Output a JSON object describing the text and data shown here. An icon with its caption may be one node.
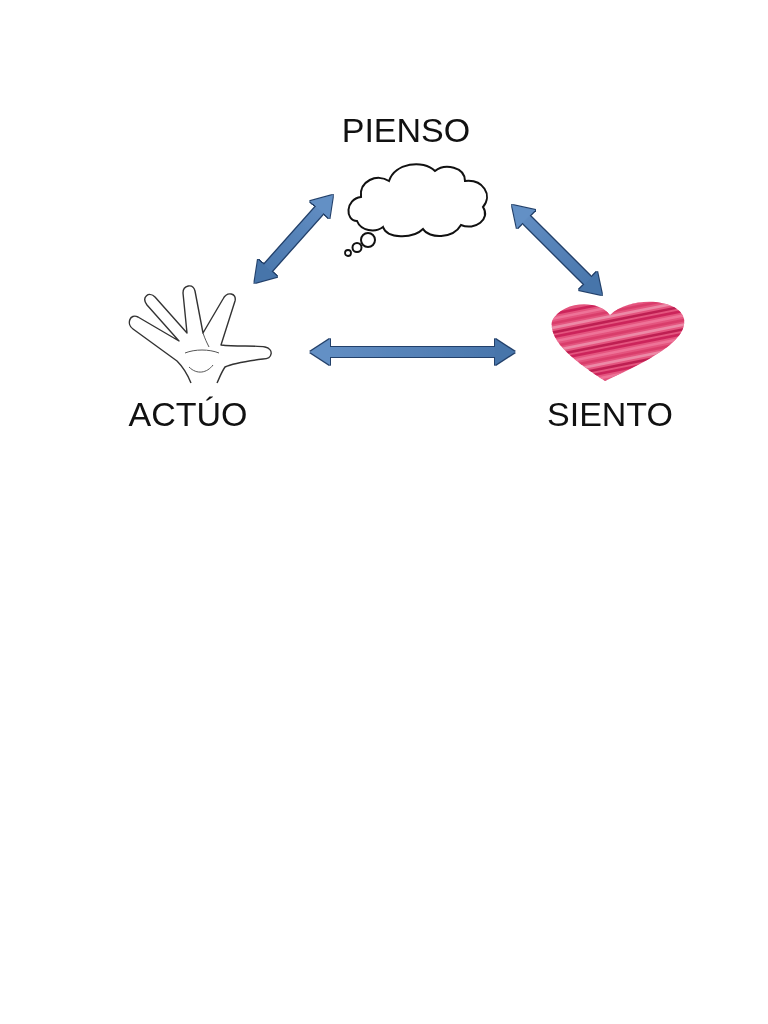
{
  "diagram": {
    "nodes": [
      {
        "text": [
          "PIENSO"
        ]
      },
      {
        "text": [
          "ACTÚO"
        ]
      },
      {
        "text": [
          "SIENTO"
        ]
      }
    ],
    "edges": [
      {
        "from": 0,
        "to": 1,
        "arrow": "both"
      },
      {
        "from": 0,
        "to": 2,
        "arrow": "both"
      },
      {
        "from": 1,
        "to": 2,
        "arrow": "both"
      }
    ]
  }
}
